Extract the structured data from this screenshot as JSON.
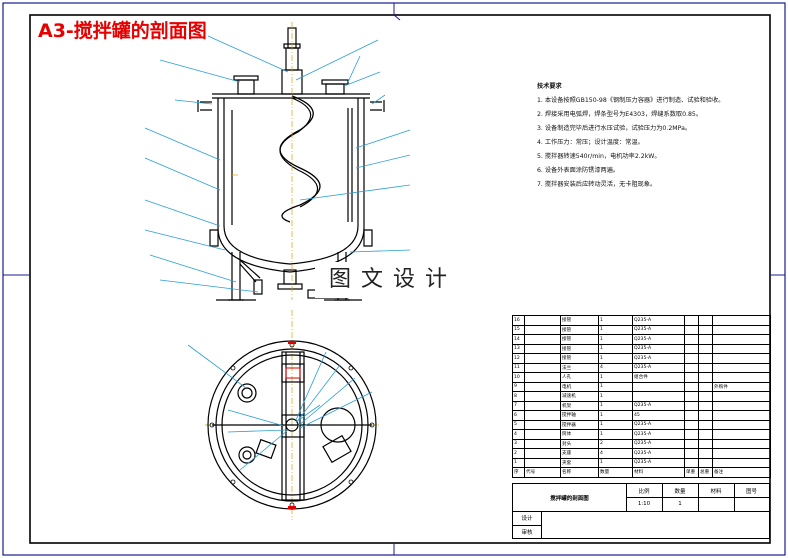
{
  "title": "A3-搅拌罐的剖面图",
  "watermark": "图文设计",
  "notes": {
    "heading": "技术要求",
    "lines": [
      "1. 本设备按照GB150-98《钢制压力容器》进行制造、试验和验收。",
      "2. 焊接采用电弧焊，焊条型号为E4303，焊缝系数取0.85。",
      "3. 设备制造完毕后进行水压试验，试验压力为0.2MPa。",
      "4. 工作压力：常压；设计温度：常温。",
      "5. 搅拌器转速540r/min，电机功率2.2kW。",
      "6. 设备外表面涂防锈漆两遍。",
      "7. 搅拌器安装后应转动灵活，无卡阻现象。"
    ]
  },
  "bom": {
    "header": [
      "序",
      "代号",
      "名称",
      "数量",
      "材料",
      "单重",
      "总重",
      "备注"
    ],
    "rows": [
      [
        "16",
        "",
        "接管",
        "1",
        "Q235-A",
        "",
        "",
        ""
      ],
      [
        "15",
        "",
        "接管",
        "1",
        "Q235-A",
        "",
        "",
        ""
      ],
      [
        "14",
        "",
        "接管",
        "1",
        "Q235-A",
        "",
        "",
        ""
      ],
      [
        "13",
        "",
        "接管",
        "1",
        "Q235-A",
        "",
        "",
        ""
      ],
      [
        "12",
        "",
        "接管",
        "1",
        "Q235-A",
        "",
        "",
        ""
      ],
      [
        "11",
        "",
        "法兰",
        "4",
        "Q235-A",
        "",
        "",
        ""
      ],
      [
        "10",
        "",
        "人孔",
        "1",
        "组合件",
        "",
        "",
        ""
      ],
      [
        "9",
        "",
        "电机",
        "1",
        "",
        "",
        "",
        "外购件"
      ],
      [
        "8",
        "",
        "减速机",
        "1",
        "",
        "",
        "",
        ""
      ],
      [
        "7",
        "",
        "机架",
        "1",
        "Q235-A",
        "",
        "",
        ""
      ],
      [
        "6",
        "",
        "搅拌轴",
        "1",
        "45",
        "",
        "",
        ""
      ],
      [
        "5",
        "",
        "搅拌器",
        "1",
        "Q235-A",
        "",
        "",
        ""
      ],
      [
        "4",
        "",
        "筒体",
        "1",
        "Q235-A",
        "",
        "",
        ""
      ],
      [
        "3",
        "",
        "封头",
        "2",
        "Q235-A",
        "",
        "",
        ""
      ],
      [
        "2",
        "",
        "支座",
        "4",
        "Q235-A",
        "",
        "",
        ""
      ],
      [
        "1",
        "",
        "夹套",
        "1",
        "Q235-A",
        "",
        "",
        ""
      ]
    ]
  },
  "title_block": {
    "drawing_name": "搅拌罐的剖面图",
    "scale_label": "比例",
    "quantity_label": "数量",
    "material_label": "材料",
    "drawing_no_label": "图号",
    "scale_value": "1:10",
    "quantity_value": "1",
    "design_label": "设计",
    "check_label": "审核"
  },
  "colors": {
    "outline": "#000000",
    "leader": "#2a9fd6",
    "centerline": "#e0a000",
    "accent": "#e60000",
    "border": "#1a1a8c"
  }
}
